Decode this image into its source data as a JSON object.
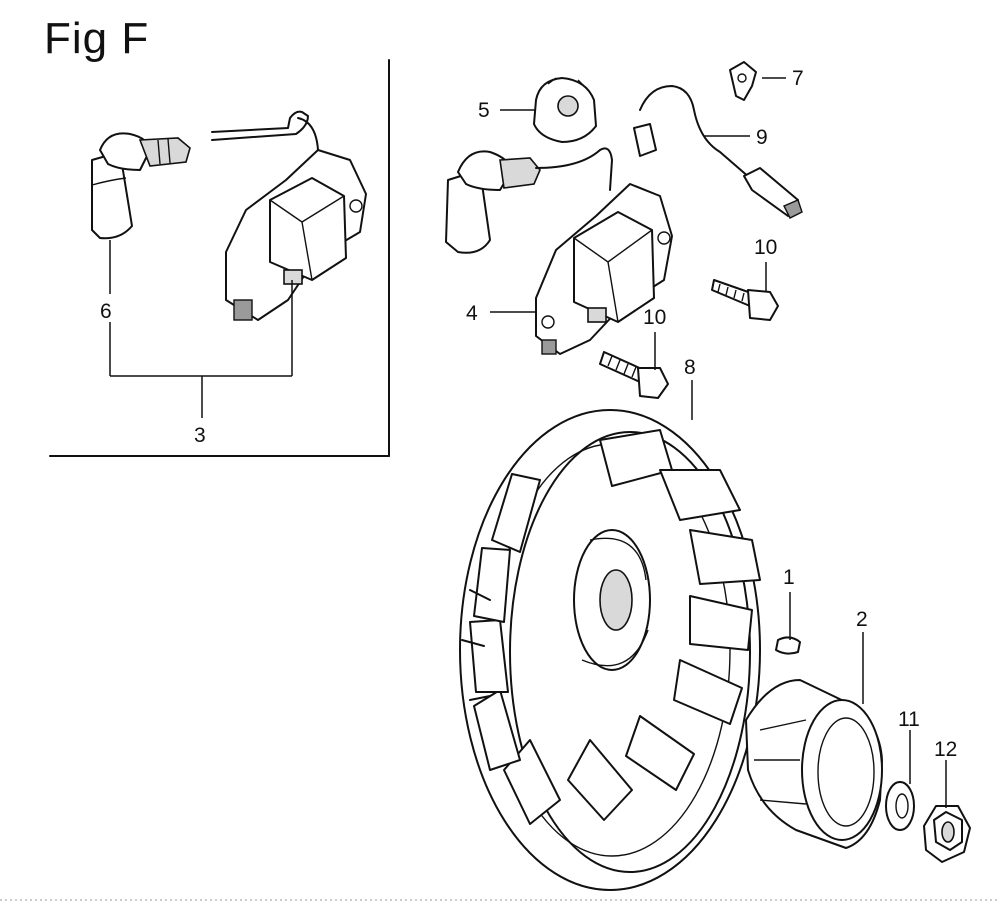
{
  "figure": {
    "title": "Fig F"
  },
  "callouts": {
    "c1": "1",
    "c2": "2",
    "c3": "3",
    "c4": "4",
    "c5": "5",
    "c6": "6",
    "c7": "7",
    "c8": "8",
    "c9": "9",
    "c10a": "10",
    "c10b": "10",
    "c11": "11",
    "c12": "12"
  },
  "colors": {
    "ink": "#111111",
    "background": "#ffffff"
  }
}
